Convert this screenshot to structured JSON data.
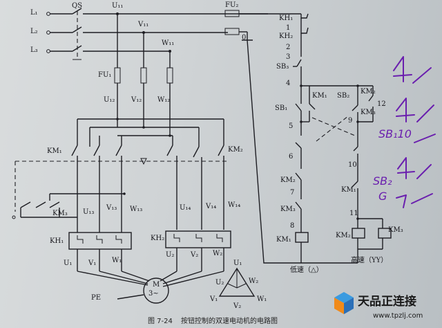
{
  "supply": {
    "l1": "L₁",
    "l2": "L₂",
    "l3": "L₃",
    "qs": "QS"
  },
  "nodes_top": {
    "u11": "U₁₁",
    "v11": "V₁₁",
    "w11": "W₁₁",
    "fu2": "FU₂",
    "zero": "0"
  },
  "fu1": {
    "label": "FU₁",
    "u12": "U₁₂",
    "v12": "V₁₂",
    "w12": "W₁₂"
  },
  "contactors_main": {
    "km1": "KM₁",
    "km2": "KM₂",
    "km3": "KM₃"
  },
  "mid_nodes": {
    "u13": "U₁₃",
    "v13": "V₁₃",
    "w13": "W₁₃",
    "u14": "U₁₄",
    "v14": "V₁₄",
    "w14": "W₁₄"
  },
  "thermal": {
    "kh1": "KH₁",
    "kh2": "KH₂"
  },
  "motor_terminals": {
    "u1": "U₁",
    "v1": "V₁",
    "w1": "W₁",
    "u2": "U₂",
    "v2": "V₂",
    "w2": "W₂"
  },
  "motor": {
    "m": "M",
    "phase": "3~",
    "pe": "PE"
  },
  "triangle": {
    "u1": "U₁",
    "u2": "U₂",
    "w2": "W₂",
    "v1": "V₁",
    "v2": "V₂",
    "w1": "W₁"
  },
  "control_left": {
    "kh1": "KH₁",
    "n1": "1",
    "kh2": "KH₂",
    "n2": "2",
    "n3": "3",
    "sb3": "SB₃",
    "n4": "4",
    "km1_a": "KM₁",
    "sb1": "SB₁",
    "n5": "5",
    "n6": "6",
    "km2_a": "KM₂",
    "n7": "7",
    "km3_a": "KM₃",
    "n8": "8",
    "km1_coil": "KM₁"
  },
  "control_right": {
    "sb2": "SB₂",
    "km2_b": "KM₂",
    "km3_b": "KM₃",
    "n12": "12",
    "n9": "9",
    "n10": "10",
    "km1_b": "KM₁",
    "n11": "11",
    "km2_coil": "KM₂",
    "km3_coil": "KM₃"
  },
  "modes": {
    "low": "低速（△）",
    "high": "高速（YY）"
  },
  "caption": "按钮控制的双速电动机的电路图",
  "caption_prefix": "图 7-24",
  "handwritten": {
    "h3": "SB₁10",
    "h4": "SB₂",
    "h5": "G"
  },
  "watermark": {
    "brand": "天品正连接",
    "url": "www.tpzlj.com"
  }
}
